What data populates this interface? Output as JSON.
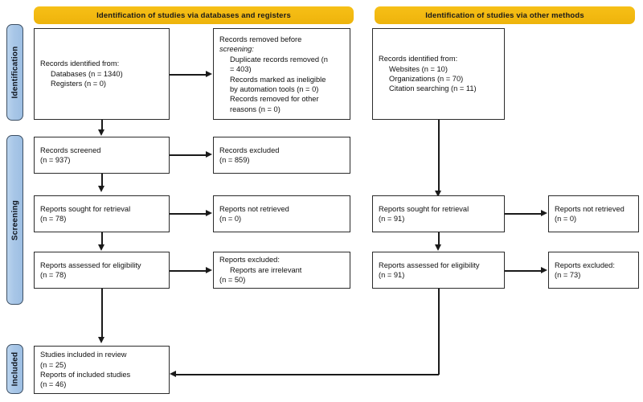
{
  "diagram": {
    "title": "PRISMA 2020 flow diagram",
    "type": "flowchart",
    "colors": {
      "banner": "#f2b810",
      "stage_pill": "#a8c6e7",
      "box_border": "#2b2b2b",
      "connector": "#1a1a1a",
      "background": "#ffffff"
    }
  },
  "stages": [
    {
      "label": "Identification"
    },
    {
      "label": "Screening"
    },
    {
      "label": "Included"
    }
  ],
  "banners": [
    {
      "text": "Identification of studies via databases and registers"
    },
    {
      "text": "Identification of studies via other methods"
    }
  ],
  "boxes": {
    "db_identified": {
      "lines": [
        "Records identified from:",
        "Databases (n = 1340)",
        "Registers (n = 0)"
      ]
    },
    "records_removed": {
      "lines": [
        "Records removed before",
        "screening:",
        "Duplicate records removed (n",
        "= 403)",
        "Records marked as ineligible",
        "by automation tools (n = 0)",
        "Records removed for other",
        "reasons (n = 0)"
      ]
    },
    "other_identified": {
      "lines": [
        "Records identified from:",
        "Websites (n = 10)",
        "Organizations (n = 70)",
        "Citation searching (n = 11)"
      ]
    },
    "records_screened": {
      "lines": [
        "Records screened",
        "(n = 937)"
      ]
    },
    "records_excluded": {
      "lines": [
        "Records excluded",
        "(n = 859)"
      ]
    },
    "db_sought": {
      "lines": [
        "Reports sought for retrieval",
        "(n = 78)"
      ]
    },
    "db_not_retrieved": {
      "lines": [
        "Reports not retrieved",
        "(n = 0)"
      ]
    },
    "db_assessed": {
      "lines": [
        "Reports assessed for eligibility",
        "(n = 78)"
      ]
    },
    "db_excluded": {
      "lines": [
        "Reports excluded:",
        "Reports are irrelevant",
        "(n = 50)"
      ]
    },
    "other_sought": {
      "lines": [
        "Reports sought for retrieval",
        "(n = 91)"
      ]
    },
    "other_not_retrieved": {
      "lines": [
        "Reports not retrieved",
        "(n = 0)"
      ]
    },
    "other_assessed": {
      "lines": [
        "Reports assessed for eligibility",
        "(n = 91)"
      ]
    },
    "other_excluded": {
      "lines": [
        "Reports excluded:",
        "(n = 73)"
      ]
    },
    "included": {
      "lines": [
        "Studies included in review",
        "(n = 25)",
        "Reports of included studies",
        "(n = 46)"
      ]
    }
  }
}
